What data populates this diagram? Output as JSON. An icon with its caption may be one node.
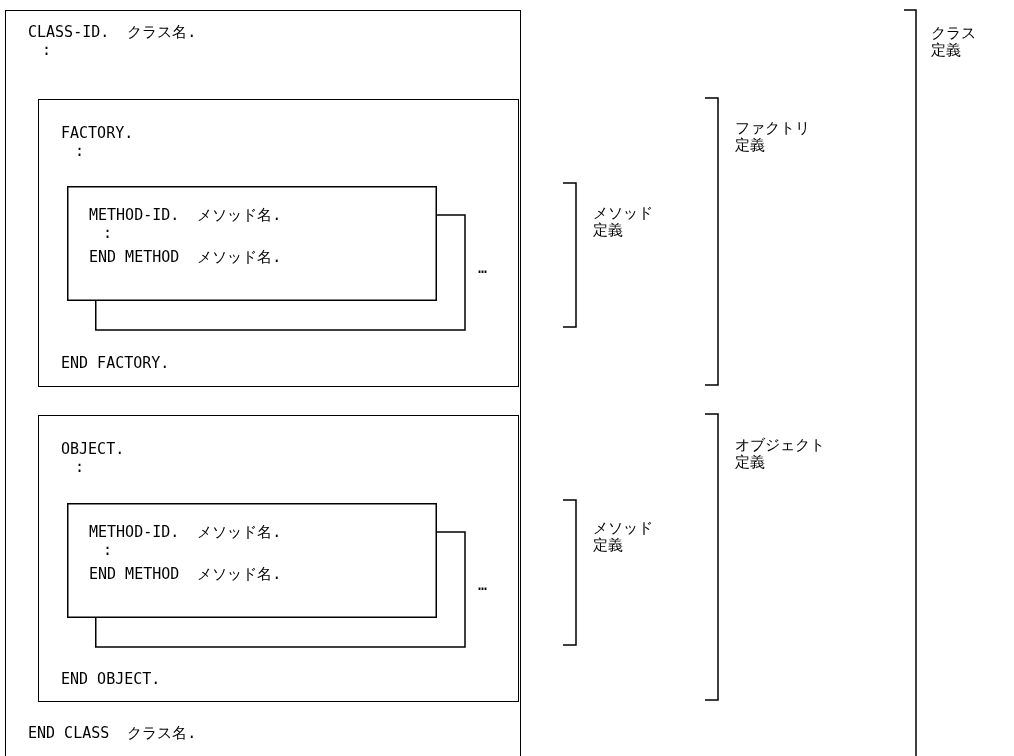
{
  "diagram": {
    "nodes": [
      {
        "text": [
          "CLASS-ID.  クラス名.",
          ":",
          "END CLASS  クラス名."
        ]
      },
      {
        "text": [
          "FACTORY.",
          ":",
          "END FACTORY."
        ],
        "in": 0
      },
      {
        "text": [
          "METHOD-ID.  メソッド名.",
          ":",
          "END METHOD  メソッド名."
        ],
        "in": 1
      },
      {
        "text": [
          "OBJECT.",
          ":",
          "END OBJECT."
        ],
        "in": 0
      },
      {
        "text": [
          "METHOD-ID.  メソッド名.",
          ":",
          "END METHOD  メソッド名."
        ],
        "in": 3
      }
    ],
    "labels": [
      "クラス定義",
      "ファクトリ定義",
      "…",
      "メソッド定義",
      "オブジェクト定義",
      "…",
      "メソッド定義"
    ]
  }
}
